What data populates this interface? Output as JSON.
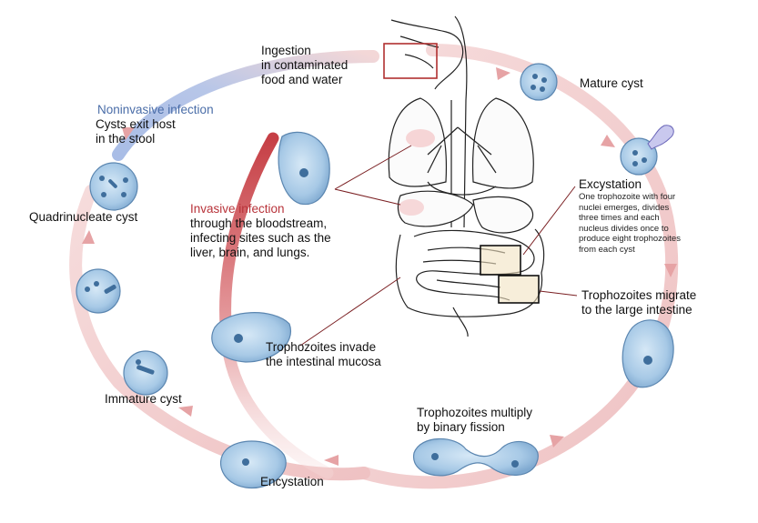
{
  "labels": {
    "ingestion": [
      "Ingestion",
      "in contaminated",
      "food and water"
    ],
    "mature_cyst": "Mature cyst",
    "noninvasive_title": "Noninvasive infection",
    "noninvasive_body": [
      "Cysts exit host",
      "in the stool"
    ],
    "excystation_title": "Excystation",
    "excystation_body": [
      "One trophozoite with four",
      "nuclei emerges, divides",
      "three times and each",
      "nucleus divides once to",
      "produce eight trophozoites",
      "from each cyst"
    ],
    "quadrinucleate": "Quadrinucleate cyst",
    "invasive_title": "Invasive infection",
    "invasive_body": [
      "through the bloodstream,",
      "infecting sites such as the",
      "liver, brain, and lungs."
    ],
    "migrate": [
      "Trophozoites  migrate",
      "to the large intestine"
    ],
    "invade": [
      "Trophozoites invade",
      "the intestinal mucosa"
    ],
    "immature_cyst": "Immature cyst",
    "multiply": [
      "Trophozoites multiply",
      "by binary fission"
    ],
    "encystation": "Encystation"
  },
  "colors": {
    "cycle_ring": "#f3cfcf",
    "cycle_arrow": "#e9a6a8",
    "noninvasive_arc": "#b9c6e6",
    "invasive_arc": "#c8484e",
    "cell_fill": "#a9cbe8",
    "cell_stroke": "#5b86b0",
    "highlight_box_red": "#b03030",
    "highlight_box_black": "#111111"
  }
}
